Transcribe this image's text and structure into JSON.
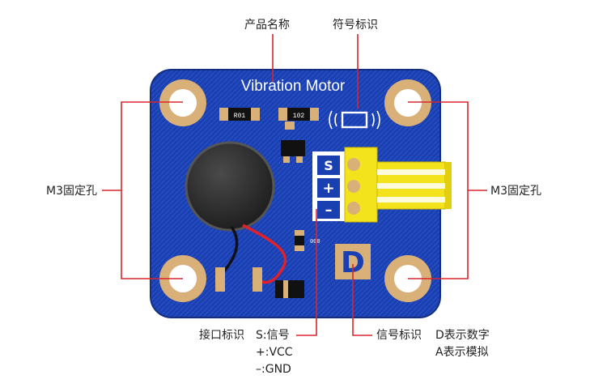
{
  "board": {
    "silkscreen_title": "Vibration Motor",
    "pin_labels": {
      "signal": "S",
      "power": "+",
      "ground": "–"
    },
    "resistor_marks": [
      "R01",
      "102"
    ],
    "small_resistor_mark": "000",
    "signal_type_letter": "D"
  },
  "annotations": {
    "product_name": "产品名称",
    "symbol_mark": "符号标识",
    "mount_hole_left": "M3固定孔",
    "mount_hole_right": "M3固定孔",
    "interface_mark": "接口标识",
    "interface_s": "S:信号",
    "interface_vcc": "+:VCC",
    "interface_gnd": "–:GND",
    "signal_mark": "信号标识",
    "signal_digital": "D表示数字",
    "signal_analog": "A表示模拟"
  },
  "colors": {
    "pcb_blue": "#1a3fb0",
    "pad_gold": "#d8b078",
    "connector_yellow": "#f3e31c",
    "leader_red": "#d8262e",
    "motor_black": "#2a2a2a",
    "wire_red": "#e0202a"
  }
}
